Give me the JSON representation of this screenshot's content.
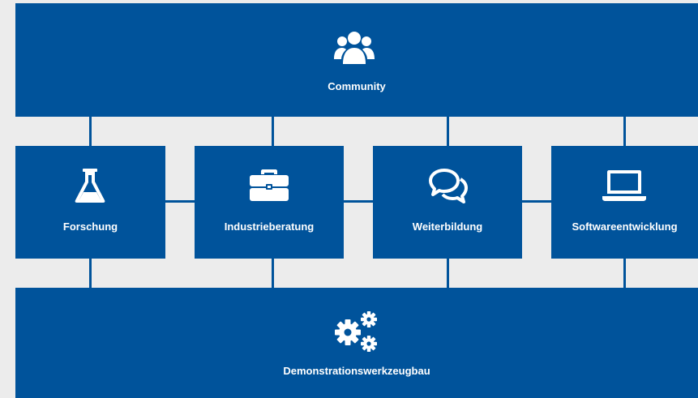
{
  "colors": {
    "background": "#ececec",
    "block": "#00539b",
    "text": "#ffffff"
  },
  "top": {
    "label": "Community",
    "icon": "users-icon"
  },
  "middle": [
    {
      "label": "Forschung",
      "icon": "flask-icon"
    },
    {
      "label": "Industrieberatung",
      "icon": "briefcase-icon"
    },
    {
      "label": "Weiterbildung",
      "icon": "chat-bubbles-icon"
    },
    {
      "label": "Softwareentwicklung",
      "icon": "laptop-icon"
    }
  ],
  "bottom": {
    "label": "Demonstrationswerkzeugbau",
    "icon": "gears-icon"
  }
}
